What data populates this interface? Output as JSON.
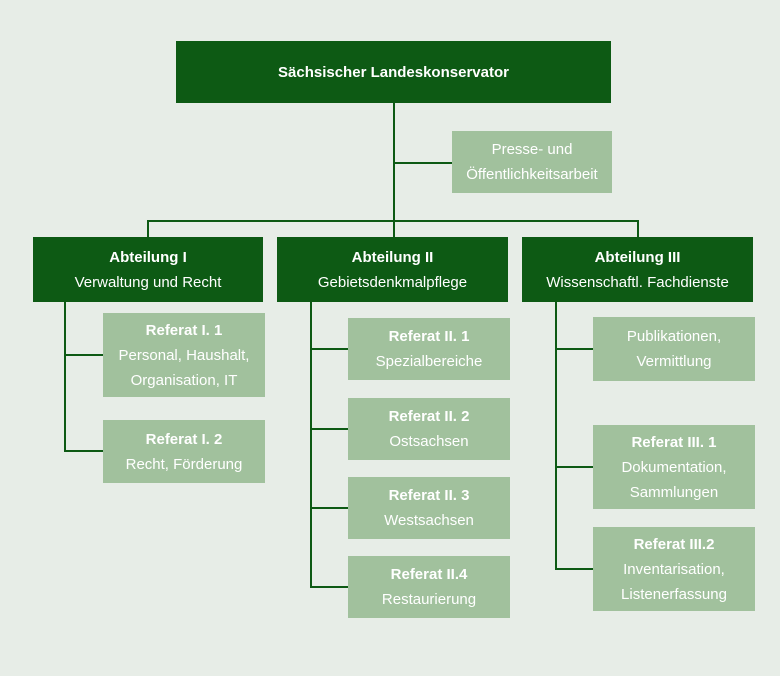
{
  "colors": {
    "background": "#e7ede7",
    "dark_box": "#0d5a14",
    "light_box": "#a1c19d",
    "connector_line": "#0d5a14",
    "text": "#ffffff"
  },
  "org": {
    "root": {
      "title": "Sächsischer Landeskonservator"
    },
    "staff": {
      "line1": "Presse- und",
      "line2": "Öffentlichkeitsarbeit"
    },
    "departments": [
      {
        "title": "Abteilung I",
        "subtitle": "Verwaltung und Recht",
        "units": [
          {
            "title": "Referat I. 1",
            "line1": "Personal, Haushalt,",
            "line2": "Organisation, IT"
          },
          {
            "title": "Referat I. 2",
            "line1": "Recht, Förderung"
          }
        ]
      },
      {
        "title": "Abteilung II",
        "subtitle": "Gebietsdenkmalpflege",
        "units": [
          {
            "title": "Referat II. 1",
            "line1": "Spezialbereiche"
          },
          {
            "title": "Referat II. 2",
            "line1": "Ostsachsen"
          },
          {
            "title": "Referat II. 3",
            "line1": "Westsachsen"
          },
          {
            "title": "Referat II.4",
            "line1": "Restaurierung"
          }
        ]
      },
      {
        "title": "Abteilung III",
        "subtitle": "Wissenschaftl. Fachdienste",
        "units": [
          {
            "line1": "Publikationen,",
            "line2": "Vermittlung"
          },
          {
            "title": "Referat III. 1",
            "line1": "Dokumentation,",
            "line2": "Sammlungen"
          },
          {
            "title": "Referat III.2",
            "line1": "Inventarisation,",
            "line2": "Listenerfassung"
          }
        ]
      }
    ]
  }
}
